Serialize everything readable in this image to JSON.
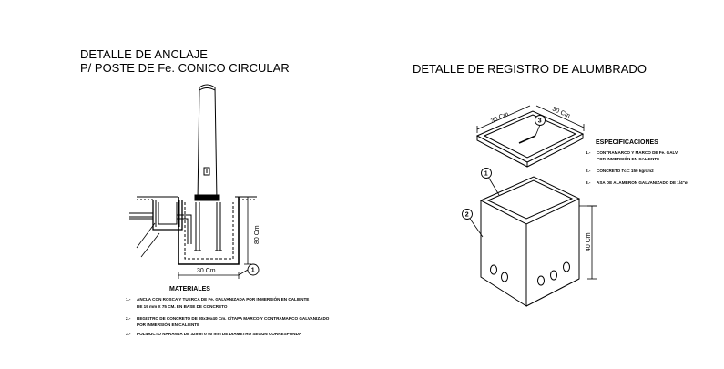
{
  "left": {
    "title_line1": "DETALLE  DE  ANCLAJE",
    "title_line2": "P/ POSTE DE Fe.  CONICO CIRCULAR",
    "dim_width": "30 Cm",
    "dim_height": "80 Cm",
    "callout": "1",
    "materials": {
      "heading": "MATERIALES",
      "items": [
        {
          "num": "1.-",
          "line1": "ANCLA CON ROSCA Y TUERCA DE Fe. GALVANIZADA POR INMERSIÓN EN CALIENTE",
          "line2": "DE 19 mm X 75 CM. EN BASE DE CONCRETO"
        },
        {
          "num": "2.-",
          "line1": "REGISTRO DE CONCRETO DE 30x30x40 Cm. C/TAPA MARCO Y CONTRAMARCO GALVANIZADO",
          "line2": "POR INMERSIÓN EN CALIENTE"
        },
        {
          "num": "3.-",
          "line1": "POLIDUCTO NARANJA DE 32mm o 50 mm DE DIAMETRO SEGUN CORRESPONDA",
          "line2": ""
        }
      ]
    }
  },
  "right": {
    "title": "DETALLE DE REGISTRO DE ALUMBRADO",
    "dim_lid_left": "30 Cm",
    "dim_lid_right": "30 Cm",
    "dim_height": "40 Cm",
    "callouts": [
      "1",
      "2",
      "3"
    ],
    "specs": {
      "heading": "ESPECIFICACIONES",
      "items": [
        {
          "num": "1.-",
          "line1": "CONTRAMARCO Y MARCO DE Fe. GALV.",
          "line2": "POR INMERSIÓN EN CALIENTE"
        },
        {
          "num": "2.-",
          "line1": "CONCRETO f'c = 150 kg/cm2",
          "line2": ""
        },
        {
          "num": "3.-",
          "line1": "ASA DE ALAMBRON GALVANIZADO DE 1/4\"ø",
          "line2": ""
        }
      ]
    }
  }
}
